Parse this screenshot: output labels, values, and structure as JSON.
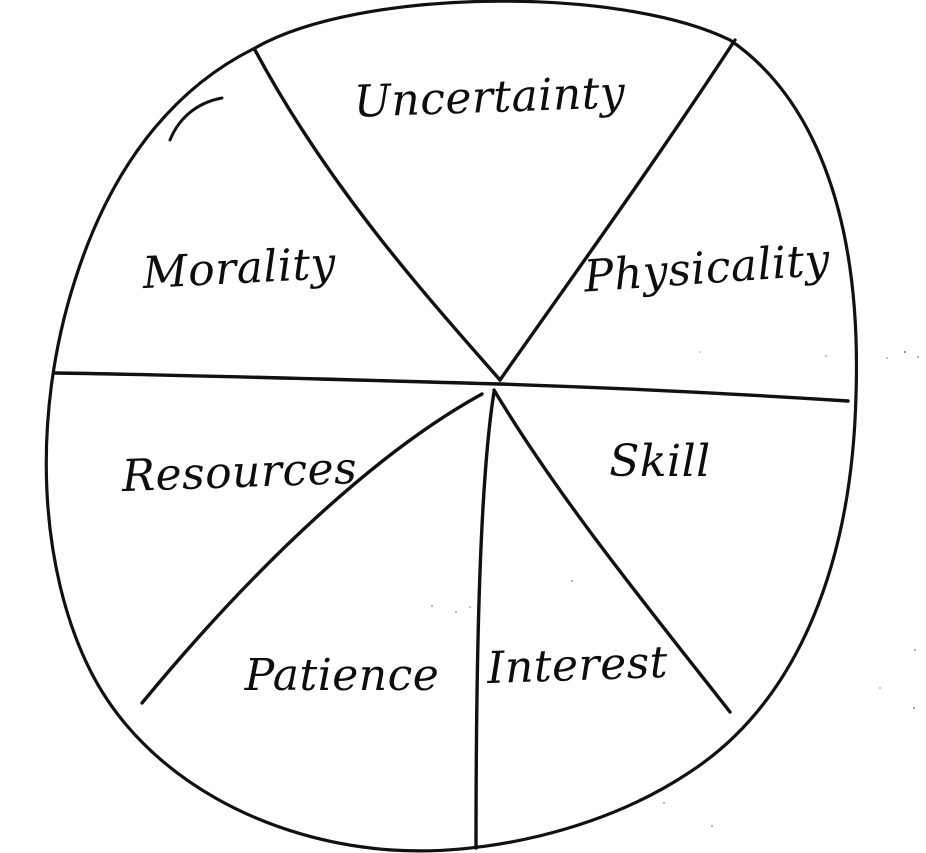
{
  "diagram": {
    "segments": [
      {
        "id": "uncertainty",
        "label": "Uncertainty"
      },
      {
        "id": "physicality",
        "label": "Physicality"
      },
      {
        "id": "skill",
        "label": "Skill"
      },
      {
        "id": "interest",
        "label": "Interest"
      },
      {
        "id": "patience",
        "label": "Patience"
      },
      {
        "id": "resources",
        "label": "Resources"
      },
      {
        "id": "morality",
        "label": "Morality"
      }
    ]
  }
}
